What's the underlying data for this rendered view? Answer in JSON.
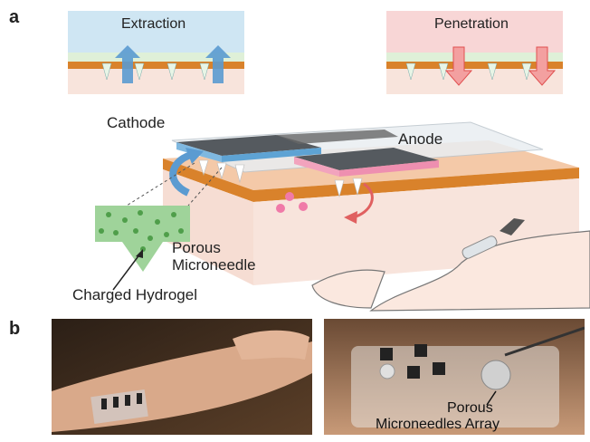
{
  "panel_a": {
    "letter": "a",
    "extraction_label": "Extraction",
    "penetration_label": "Penetration",
    "cathode_label": "Cathode",
    "anode_label": "Anode",
    "porous_label_line1": "Porous",
    "porous_label_line2": "Microneedle",
    "hydrogel_label": "Charged Hydrogel"
  },
  "panel_b": {
    "letter": "b",
    "array_label_line1": "Porous",
    "array_label_line2": "Microneedles Array"
  },
  "colors": {
    "extraction_bg": "#cfe6f3",
    "penetration_bg": "#f8d6d6",
    "skin_orange": "#d9822b",
    "skin_pink": "#f4ddd5",
    "cathode_blue": "#7fb8e0",
    "anode_pink": "#f2a3bd",
    "hydrogel_green": "#6fbf6a"
  }
}
